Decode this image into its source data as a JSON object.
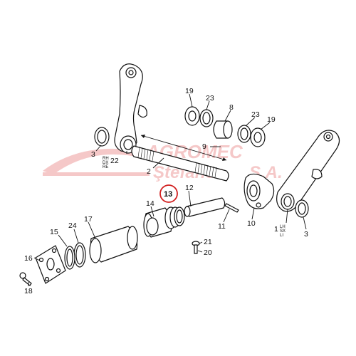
{
  "watermark": {
    "brand": "AGROMEC",
    "company": "Ştefanes",
    "suffix": "S.A.",
    "color": "#e8a0a0"
  },
  "callouts": {
    "p2": "2",
    "p3a": "3",
    "p3b": "3",
    "p8": "8",
    "p9": "9",
    "p10": "10",
    "p11": "11",
    "p12": "12",
    "p13": "13",
    "p14": "14",
    "p15": "15",
    "p16": "16",
    "p17": "17",
    "p18": "18",
    "p19a": "19",
    "p19b": "19",
    "p20": "20",
    "p21": "21",
    "p22": "22",
    "p23a": "23",
    "p23b": "23",
    "p24": "24",
    "p1": "1"
  },
  "side_codes": {
    "right": [
      "RH",
      "DX",
      "RE"
    ],
    "left": [
      "LH",
      "SX",
      "LI"
    ]
  },
  "highlight": {
    "part": "13",
    "color": "#d22020"
  }
}
